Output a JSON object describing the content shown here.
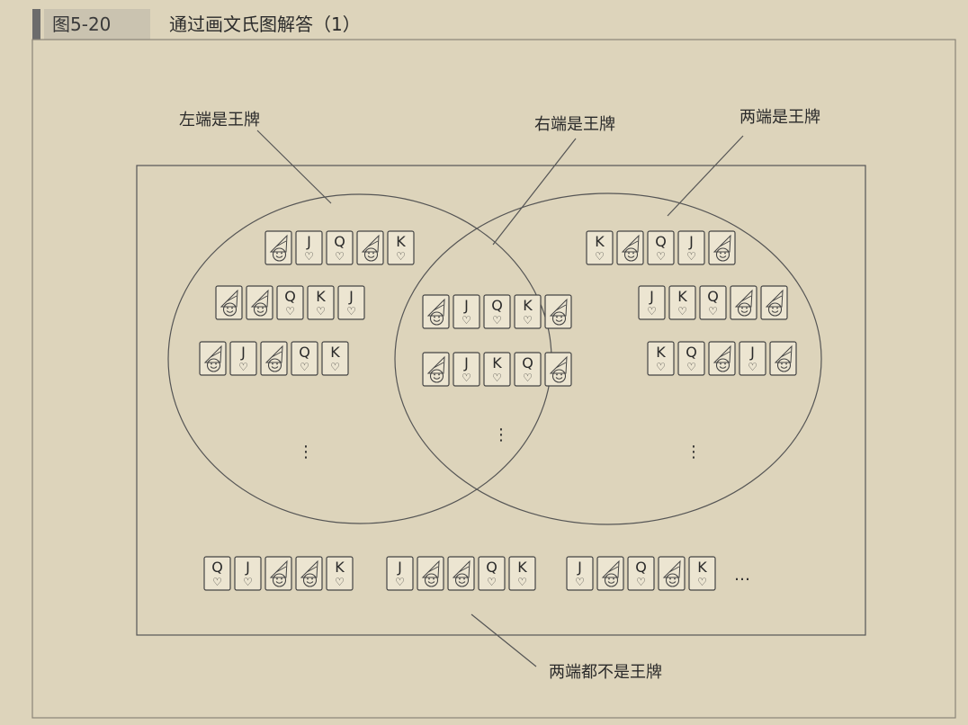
{
  "figure": {
    "number": "图5-20",
    "title": "通过画文氏图解答（1）"
  },
  "labels": {
    "left": "左端是王牌",
    "right": "右端是王牌",
    "both": "两端是王牌",
    "neither": "两端都不是王牌"
  },
  "card_symbols": {
    "heart": "♡",
    "vertical_ellipsis": "⋮",
    "horizontal_ellipsis": "…"
  },
  "groups": {
    "left_only": [
      [
        "joker",
        "J",
        "Q",
        "joker",
        "K"
      ],
      [
        "joker",
        "joker",
        "Q",
        "K",
        "J"
      ],
      [
        "joker",
        "J",
        "joker",
        "Q",
        "K"
      ]
    ],
    "right_only": [
      [
        "joker",
        "J",
        "Q",
        "K",
        "joker"
      ],
      [
        "joker",
        "J",
        "K",
        "Q",
        "joker"
      ]
    ],
    "both": [
      [
        "K",
        "joker",
        "Q",
        "J",
        "joker"
      ],
      [
        "J",
        "K",
        "Q",
        "joker",
        "joker"
      ],
      [
        "K",
        "Q",
        "joker",
        "J",
        "joker"
      ]
    ],
    "neither": [
      [
        "Q",
        "J",
        "joker",
        "joker",
        "K"
      ],
      [
        "J",
        "joker",
        "joker",
        "Q",
        "K"
      ],
      [
        "J",
        "joker",
        "Q",
        "joker",
        "K"
      ]
    ]
  },
  "colors": {
    "background": "#ddd4bb",
    "line": "#555555",
    "card_fill": "#ece5d1"
  }
}
